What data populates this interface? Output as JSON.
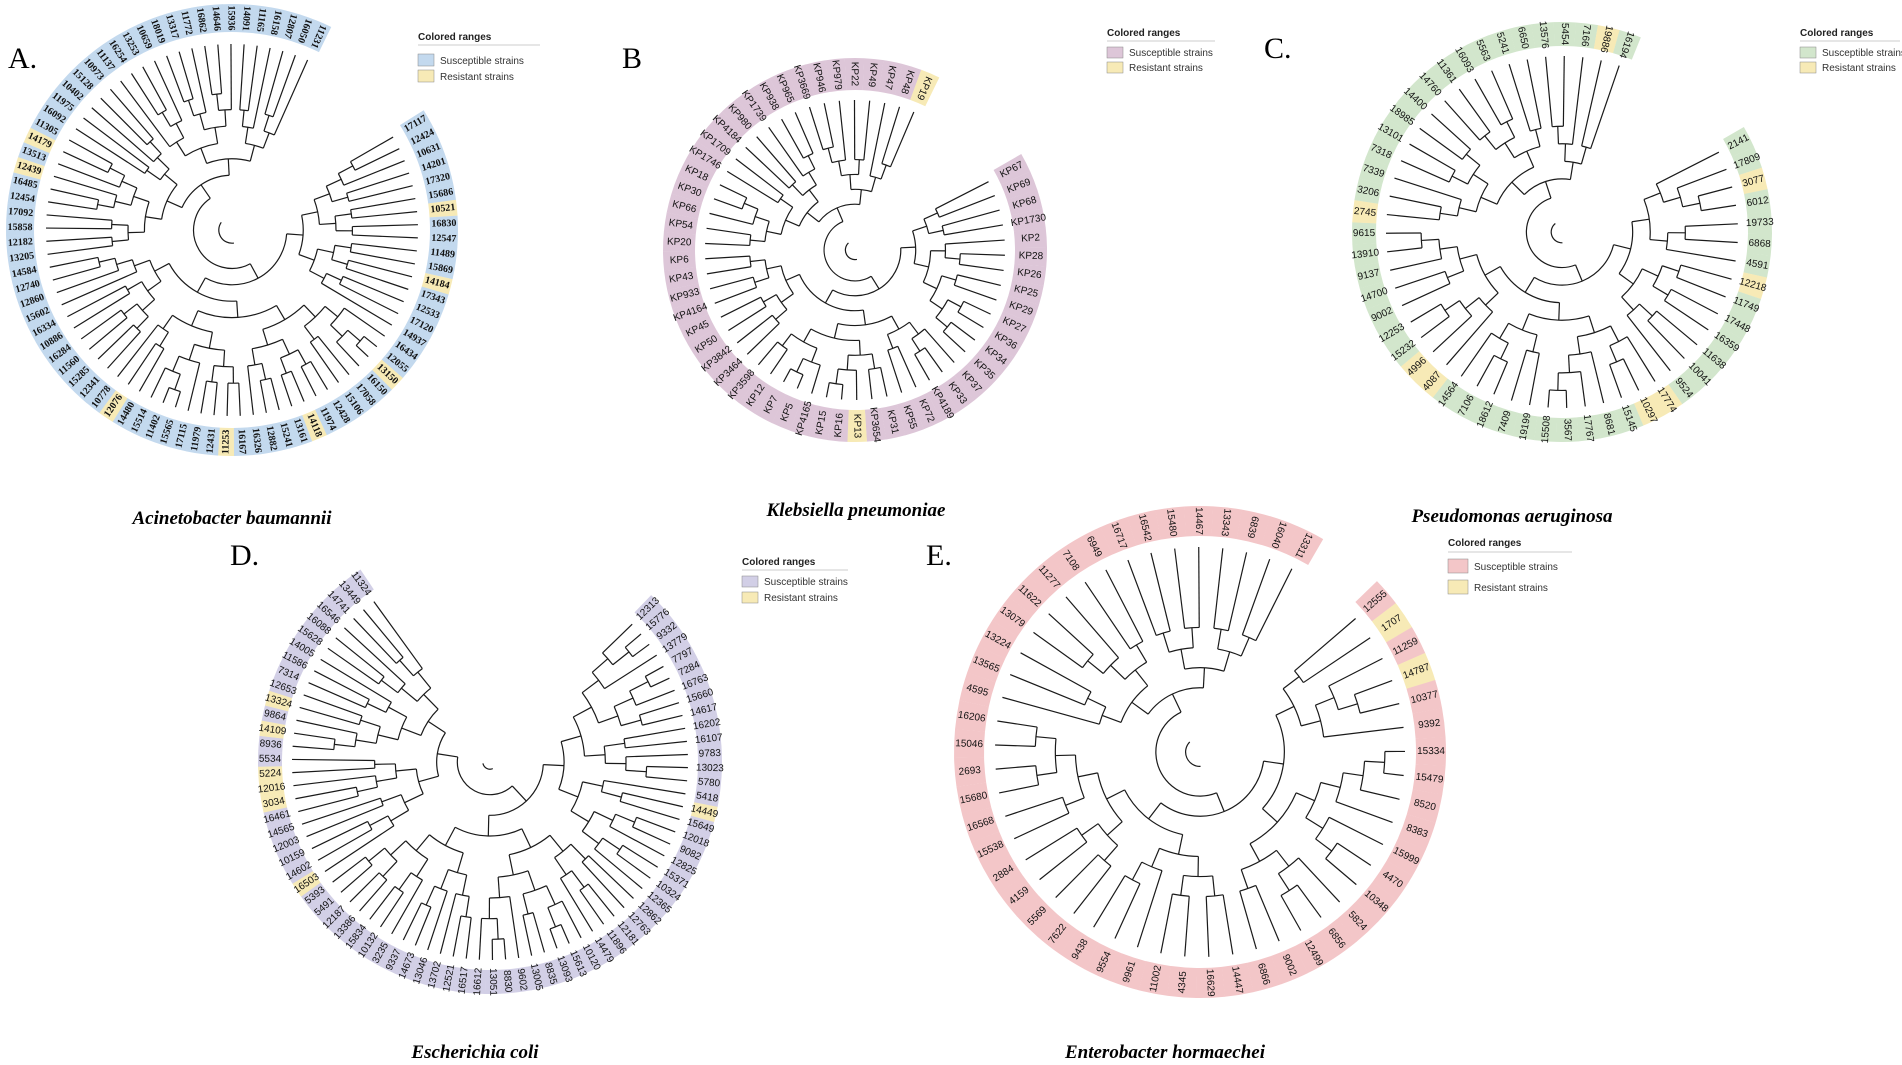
{
  "colors": {
    "resistant": "#f7eab6",
    "branch": "#1a1a1a"
  },
  "panels": [
    {
      "id": "A",
      "letter": "A.",
      "caption": "Acinetobacter baumannii",
      "susceptible_color": "#c3d9ee",
      "label_style": "serif-bold",
      "legend": {
        "title": "Colored ranges",
        "susceptible": "Susceptible strains",
        "resistant": "Resistant strains"
      },
      "leaves": [
        "17117",
        "12424",
        "10631",
        "14201",
        "17320",
        "15686",
        "10521",
        "16830",
        "12547",
        "11489",
        "15869",
        "14184",
        "17343",
        "12533",
        "17120",
        "14937",
        "16434",
        "12055",
        "13150",
        "16150",
        "17058",
        "15106",
        "12428",
        "11974",
        "14118",
        "13161",
        "15241",
        "12882",
        "16326",
        "16167",
        "11253",
        "12431",
        "11979",
        "17115",
        "15565",
        "11402",
        "15514",
        "14480",
        "12076",
        "10778",
        "12341",
        "15285",
        "11560",
        "16284",
        "10886",
        "16334",
        "15602",
        "12860",
        "12740",
        "14584",
        "13205",
        "12182",
        "15858",
        "17092",
        "12454",
        "16485",
        "12439",
        "13513",
        "14179",
        "11305",
        "16092",
        "11975",
        "10402",
        "15128",
        "10973",
        "11137",
        "16254",
        "13253",
        "10659",
        "18019",
        "13317",
        "11772",
        "16862",
        "14646",
        "15936",
        "14091",
        "11165",
        "16158",
        "12807",
        "16050",
        "11231"
      ],
      "resistant": [
        "10521",
        "14184",
        "13150",
        "14118",
        "11253",
        "12076",
        "14179",
        "12439"
      ]
    },
    {
      "id": "B",
      "letter": "B",
      "caption": "Klebsiella pneumoniae",
      "susceptible_color": "#ddc6d8",
      "label_style": "sans",
      "legend": {
        "title": "Colored ranges",
        "susceptible": "Susceptible strains",
        "resistant": "Resistant strains"
      },
      "leaves": [
        "KP67",
        "KP69",
        "KP68",
        "KP1730",
        "KP2",
        "KP28",
        "KP26",
        "KP25",
        "KP29",
        "KP27",
        "KP36",
        "KP34",
        "KP35",
        "KP37",
        "KP33",
        "KP4189",
        "KP72",
        "KP55",
        "KP31",
        "KP3654",
        "KP13",
        "KP16",
        "KP15",
        "KP4165",
        "KP5",
        "KP7",
        "KP12",
        "KP3598",
        "KP3464",
        "KP3842",
        "KP50",
        "KP45",
        "KP4164",
        "KP933",
        "KP43",
        "KP6",
        "KP20",
        "KP54",
        "KP66",
        "KP30",
        "KP18",
        "KP1746",
        "KP1709",
        "KP4184",
        "KP980",
        "KP1739",
        "KP938",
        "KP965",
        "KP3669",
        "KP946",
        "KP979",
        "KP22",
        "KP49",
        "KP47",
        "KP48",
        "KP19"
      ],
      "resistant": [
        "KP13",
        "KP19"
      ]
    },
    {
      "id": "C",
      "letter": "C.",
      "caption": "Pseudomonas aeruginosa",
      "susceptible_color": "#d2e6cc",
      "label_style": "sans",
      "legend": {
        "title": "Colored ranges",
        "susceptible": "Susceptible strains",
        "resistant": "Resistant strains"
      },
      "leaves": [
        "2141",
        "17809",
        "3077",
        "6012",
        "19733",
        "6868",
        "4591",
        "12218",
        "11749",
        "17448",
        "16359",
        "11638",
        "10041",
        "9524",
        "17774",
        "10297",
        "15145",
        "8681",
        "17767",
        "3567",
        "15508",
        "19199",
        "7409",
        "18612",
        "7106",
        "14564",
        "4087",
        "4996",
        "15232",
        "12253",
        "9002",
        "14700",
        "9137",
        "13910",
        "9615",
        "2745",
        "3206",
        "7339",
        "7318",
        "13101",
        "18985",
        "14400",
        "14760",
        "11361",
        "16093",
        "5563",
        "5241",
        "6650",
        "13576",
        "5454",
        "7166",
        "19886",
        "16194"
      ],
      "resistant": [
        "3077",
        "12218",
        "17774",
        "10297",
        "4087",
        "4996",
        "2745",
        "19886"
      ]
    },
    {
      "id": "D",
      "letter": "D.",
      "caption": "Escherichia coli",
      "susceptible_color": "#d2cfe6",
      "label_style": "sans",
      "legend": {
        "title": "Colored ranges",
        "susceptible": "Susceptible strains",
        "resistant": "Resistant strains"
      },
      "leaves": [
        "12313",
        "15776",
        "9332",
        "13779",
        "7797",
        "7284",
        "16763",
        "15660",
        "14617",
        "16202",
        "16107",
        "9783",
        "13023",
        "5780",
        "5418",
        "14449",
        "15649",
        "12018",
        "9082",
        "12825",
        "15371",
        "10324",
        "12365",
        "12862",
        "12763",
        "12181",
        "11896",
        "14479",
        "10120",
        "15613",
        "13093",
        "8835",
        "13005",
        "9602",
        "8830",
        "13051",
        "16612",
        "16517",
        "12521",
        "13702",
        "13046",
        "14673",
        "9337",
        "3235",
        "10132",
        "15834",
        "13386",
        "12187",
        "5491",
        "5393",
        "16503",
        "14602",
        "10159",
        "12003",
        "14565",
        "16461",
        "3034",
        "12016",
        "5224",
        "5534",
        "8936",
        "14109",
        "9864",
        "13324",
        "12653",
        "7314",
        "11586",
        "14005",
        "15628",
        "16088",
        "16546",
        "14741",
        "13449",
        "11324"
      ],
      "resistant": [
        "14449",
        "16503",
        "3034",
        "12016",
        "5224",
        "14109",
        "13324"
      ]
    },
    {
      "id": "E",
      "letter": "E.",
      "caption": "Enterobacter hormaechei",
      "susceptible_color": "#f3c6c8",
      "label_style": "sans-large",
      "legend": {
        "title": "Colored ranges",
        "susceptible": "Susceptible strains",
        "resistant": "Resistant strains"
      },
      "leaves": [
        "12555",
        "1707",
        "11259",
        "14787",
        "10377",
        "9392",
        "15334",
        "15479",
        "8520",
        "8383",
        "15999",
        "4470",
        "10348",
        "5824",
        "6856",
        "12499",
        "9002",
        "6866",
        "14447",
        "16629",
        "4345",
        "11002",
        "9961",
        "9554",
        "9438",
        "7622",
        "5569",
        "4159",
        "2884",
        "15538",
        "16568",
        "15680",
        "2693",
        "15046",
        "16206",
        "4595",
        "13565",
        "13224",
        "13079",
        "11622",
        "11277",
        "7108",
        "6949",
        "16717",
        "16542",
        "15480",
        "14467",
        "13343",
        "6839",
        "16040",
        "13311"
      ],
      "resistant": [
        "1707",
        "14787"
      ]
    }
  ]
}
